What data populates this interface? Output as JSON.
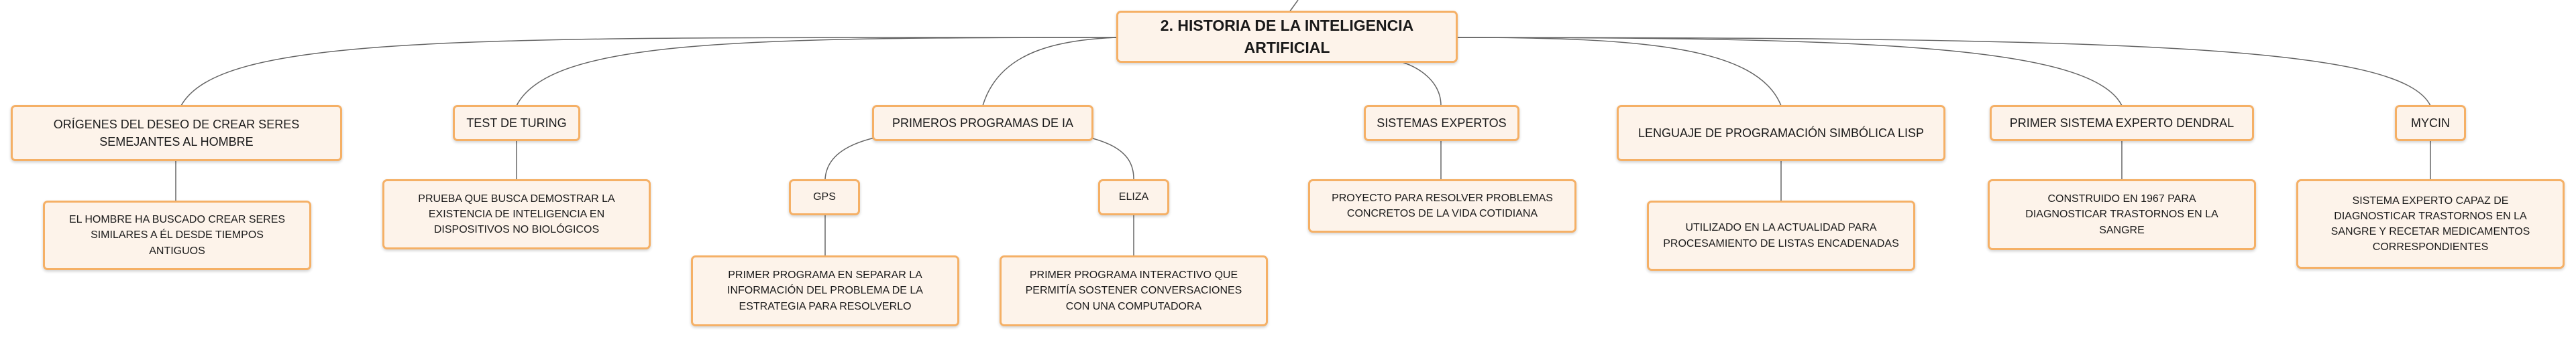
{
  "root": {
    "label": "2. HISTORIA DE LA INTELIGENCIA ARTIFICIAL"
  },
  "branches": [
    {
      "label": "ORÍGENES DEL DESEO DE CREAR SERES SEMEJANTES AL HOMBRE",
      "detail": "EL HOMBRE HA BUSCADO CREAR SERES SIMILARES A ÉL DESDE TIEMPOS ANTIGUOS"
    },
    {
      "label": "TEST DE TURING",
      "detail": "PRUEBA QUE BUSCA DEMOSTRAR LA EXISTENCIA DE INTELIGENCIA EN DISPOSITIVOS NO BIOLÓGICOS"
    },
    {
      "label": "PRIMEROS PROGRAMAS DE IA",
      "children": [
        {
          "label": "GPS",
          "detail": "PRIMER PROGRAMA EN SEPARAR LA INFORMACIÓN DEL PROBLEMA DE LA ESTRATEGIA PARA RESOLVERLO"
        },
        {
          "label": "ELIZA",
          "detail": "PRIMER PROGRAMA INTERACTIVO QUE PERMITÍA SOSTENER CONVERSACIONES CON UNA COMPUTADORA"
        }
      ]
    },
    {
      "label": "SISTEMAS EXPERTOS",
      "detail": "PROYECTO PARA RESOLVER PROBLEMAS CONCRETOS DE LA VIDA COTIDIANA"
    },
    {
      "label": "LENGUAJE DE PROGRAMACIÓN SIMBÓLICA LISP",
      "detail": "UTILIZADO EN LA ACTUALIDAD PARA PROCESAMIENTO DE LISTAS ENCADENADAS"
    },
    {
      "label": "PRIMER SISTEMA EXPERTO DENDRAL",
      "detail": "CONSTRUIDO EN 1967 PARA DIAGNOSTICAR TRASTORNOS EN LA SANGRE"
    },
    {
      "label": "MYCIN",
      "detail": "SISTEMA EXPERTO CAPAZ DE DIAGNOSTICAR TRASTORNOS EN LA SANGRE Y RECETAR MEDICAMENTOS CORRESPONDIENTES"
    }
  ],
  "colors": {
    "node_fill": "#fdf3ea",
    "node_border": "#f5b066",
    "connector": "#666666"
  }
}
